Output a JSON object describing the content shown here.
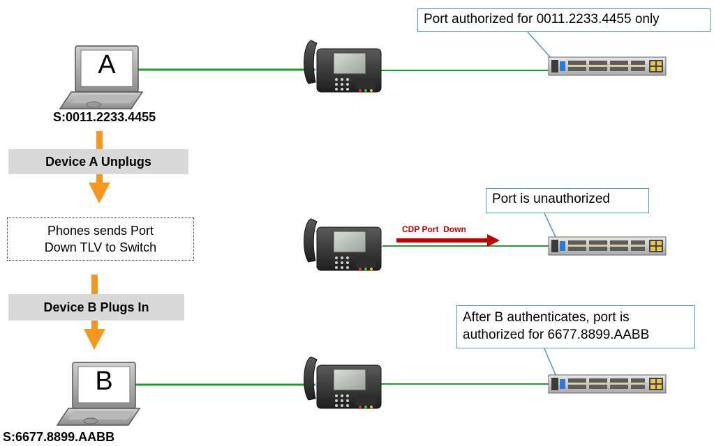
{
  "device_a": {
    "letter": "A",
    "mac": "S:0011.2233.4455"
  },
  "device_b": {
    "letter": "B",
    "mac": "S:6677.8899.AABB"
  },
  "steps": {
    "unplug": "Device A Unplugs",
    "plug": "Device B Plugs In"
  },
  "note": {
    "line1": "Phones sends Port",
    "line2": "Down TLV to Switch"
  },
  "callouts": {
    "row1": "Port authorized for 0011.2233.4455 only",
    "row2": "Port is unauthorized",
    "row3_line1": "After B authenticates, port is",
    "row3_line2": "authorized for 6677.8899.AABB"
  },
  "cdp_label": "CDP Port  Down",
  "colors": {
    "link": "#1e9a2e",
    "arrow": "#f5961e",
    "cdp_arrow": "#c00000",
    "callout_border": "#4f9ab8",
    "step_bg": "#d9d9d9"
  },
  "icons": [
    "laptop-icon",
    "ip-phone-icon",
    "switch-icon"
  ]
}
